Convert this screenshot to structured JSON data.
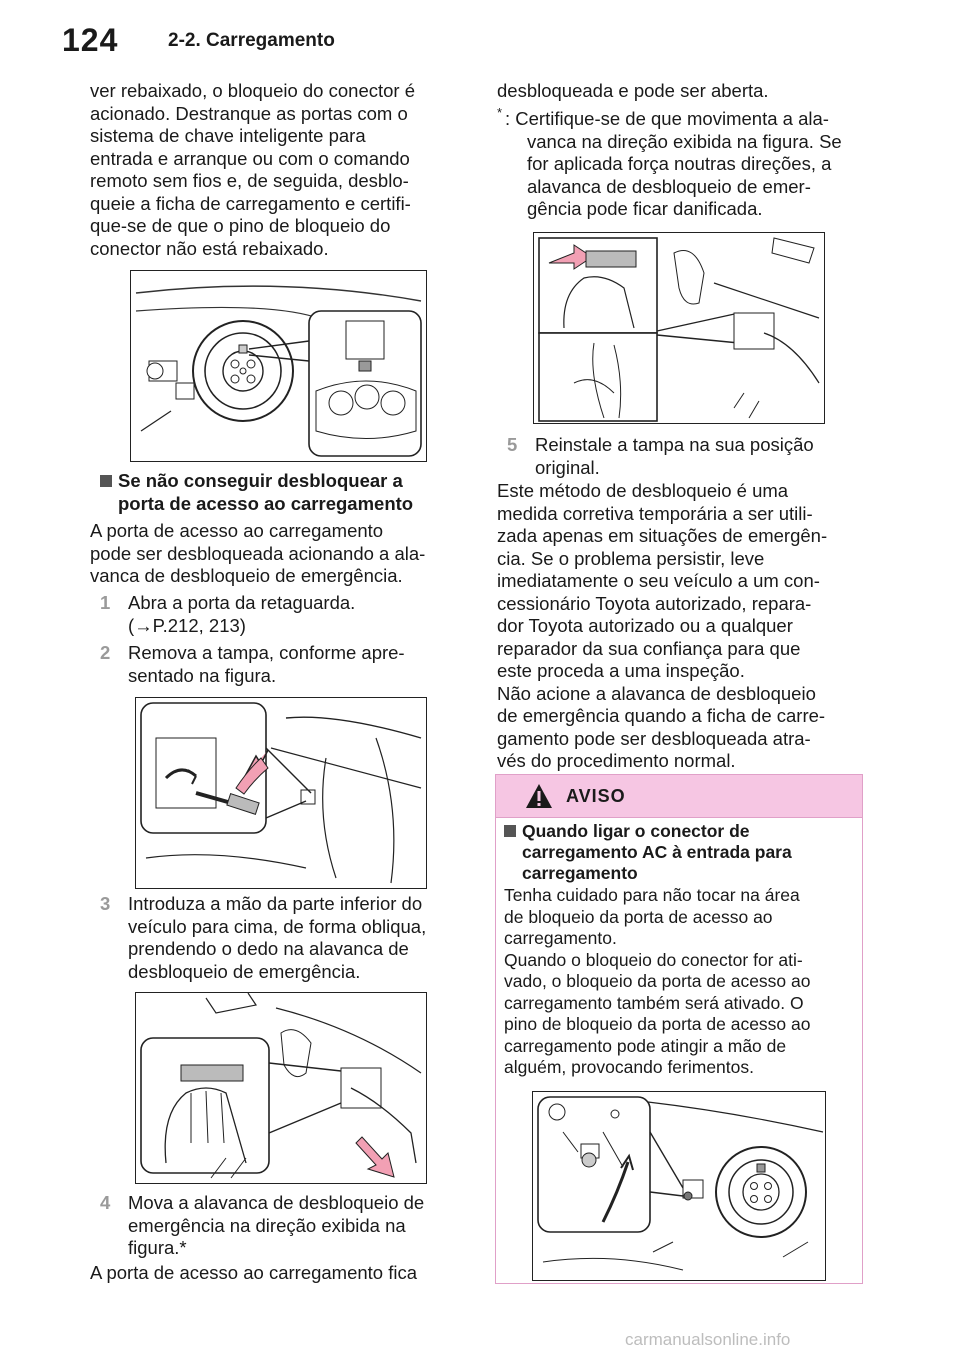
{
  "header": {
    "page_number": "124",
    "section_title": "2-2. Carregamento"
  },
  "left_column": {
    "intro_lines": [
      "ver rebaixado, o bloqueio do conector é",
      "acionado. Destranque as portas com o",
      "sistema de chave inteligente para",
      "entrada e arranque ou com o comando",
      "remoto sem fios e, de seguida, desblo-",
      "queie a ficha de carregamento e certifi-",
      "que-se de que o pino de bloqueio do",
      "conector não está rebaixado."
    ],
    "subheading_lines": [
      "Se não conseguir desbloquear a",
      "porta de acesso ao carregamento"
    ],
    "sub_intro_lines": [
      "A porta de acesso ao carregamento",
      "pode ser desbloqueada acionando a ala-",
      "vanca de desbloqueio de emergência."
    ],
    "step1": {
      "num": "1",
      "lines": [
        "Abra a porta da retaguarda.",
        "(→P.212, 213)"
      ]
    },
    "step2": {
      "num": "2",
      "lines": [
        "Remova a tampa, conforme apre-",
        "sentado na figura."
      ]
    },
    "step3": {
      "num": "3",
      "lines": [
        "Introduza a mão da parte inferior do",
        "veículo para cima, de forma obliqua,",
        "prendendo o dedo na alavanca de",
        "desbloqueio de emergência."
      ]
    },
    "step4": {
      "num": "4",
      "lines": [
        "Mova a alavanca de desbloqueio de",
        "emergência na direção exibida na",
        "figura.*"
      ]
    },
    "closing_line": "A porta de acesso ao carregamento fica"
  },
  "right_column": {
    "cont_line": "desbloqueada e pode ser aberta.",
    "footnote_mark": "*",
    "footnote_lines": [
      ": Certifique-se de que movimenta a ala-",
      "vanca na direção exibida na figura. Se",
      "for aplicada força noutras direções, a",
      "alavanca de desbloqueio de emer-",
      "gência pode ficar danificada."
    ],
    "step5": {
      "num": "5",
      "lines": [
        "Reinstale a tampa na sua posição",
        "original."
      ]
    },
    "method_lines": [
      "Este método de desbloqueio é uma",
      "medida corretiva temporária a ser utili-",
      "zada apenas em situações de emergên-",
      "cia. Se o problema persistir, leve",
      "imediatamente o seu veículo a um con-",
      "cessionário Toyota autorizado, repara-",
      "dor Toyota autorizado ou a qualquer",
      "reparador da sua confiança para que",
      "este proceda a uma inspeção.",
      "Não acione a alavanca de desbloqueio",
      "de emergência quando a ficha de carre-",
      "gamento pode ser desbloqueada atra-",
      "vés do procedimento normal."
    ]
  },
  "warning": {
    "title": "AVISO",
    "subheading_lines": [
      "Quando ligar o conector de",
      "carregamento AC à entrada para",
      "carregamento"
    ],
    "body_lines": [
      "Tenha cuidado para não tocar na área",
      "de bloqueio da porta de acesso ao",
      "carregamento.",
      "Quando o bloqueio do conector for ati-",
      "vado, o bloqueio da porta de acesso ao",
      "carregamento também será ativado. O",
      "pino de bloqueio da porta de acesso ao",
      "carregamento pode atingir a mão de",
      "alguém, provocando ferimentos."
    ]
  },
  "footer": {
    "watermark": "carmanualsonline.info"
  },
  "colors": {
    "warning_header_bg": "#f6c6e3",
    "warning_border": "#e0a0c8",
    "arrow_pink": "#f2a0b4",
    "step_number_gray": "#9a9a9a"
  }
}
